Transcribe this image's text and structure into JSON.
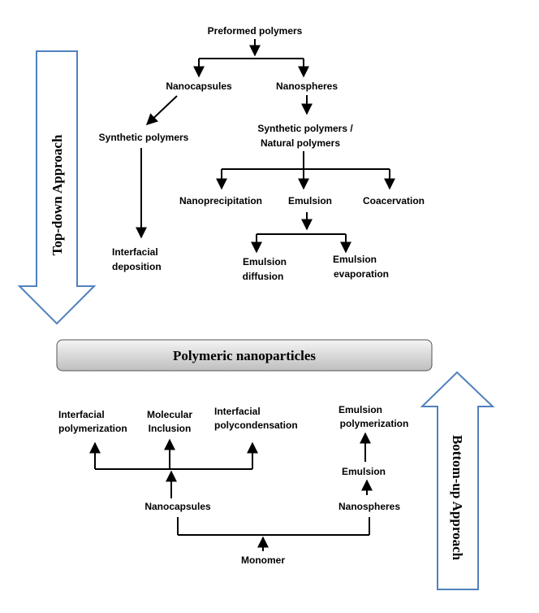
{
  "top_down": {
    "approach_label": "Top-down Approach",
    "preformed_polymers": "Preformed polymers",
    "nanocapsules": "Nanocapsules",
    "nanospheres": "Nanospheres",
    "synthetic_polymers": "Synthetic polymers",
    "synthetic_natural_line1": "Synthetic polymers /",
    "synthetic_natural_line2": "Natural polymers",
    "nanoprecipitation": "Nanoprecipitation",
    "emulsion": "Emulsion",
    "coacervation": "Coacervation",
    "interfacial_deposition_line1": "Interfacial",
    "interfacial_deposition_line2": "deposition",
    "emulsion_diffusion_line1": "Emulsion",
    "emulsion_diffusion_line2": "diffusion",
    "emulsion_evaporation_line1": "Emulsion",
    "emulsion_evaporation_line2": "evaporation"
  },
  "center": {
    "title": "Polymeric nanoparticles"
  },
  "bottom_up": {
    "approach_label": "Bottom-up Approach",
    "interfacial_polymerization_line1": "Interfacial",
    "interfacial_polymerization_line2": "polymerization",
    "molecular_inclusion_line1": "Molecular",
    "molecular_inclusion_line2": "Inclusion",
    "interfacial_polycondensation_line1": "Interfacial",
    "interfacial_polycondensation_line2": "polycondensation",
    "emulsion_polymerization_line1": "Emulsion",
    "emulsion_polymerization_line2": "polymerization",
    "emulsion": "Emulsion",
    "nanocapsules": "Nanocapsules",
    "nanospheres": "Nanospheres",
    "monomer": "Monomer"
  },
  "colors": {
    "arrow_outline": "#4f81bd",
    "box_top": "#f4f4f4",
    "box_bottom": "#bfbfbf"
  }
}
